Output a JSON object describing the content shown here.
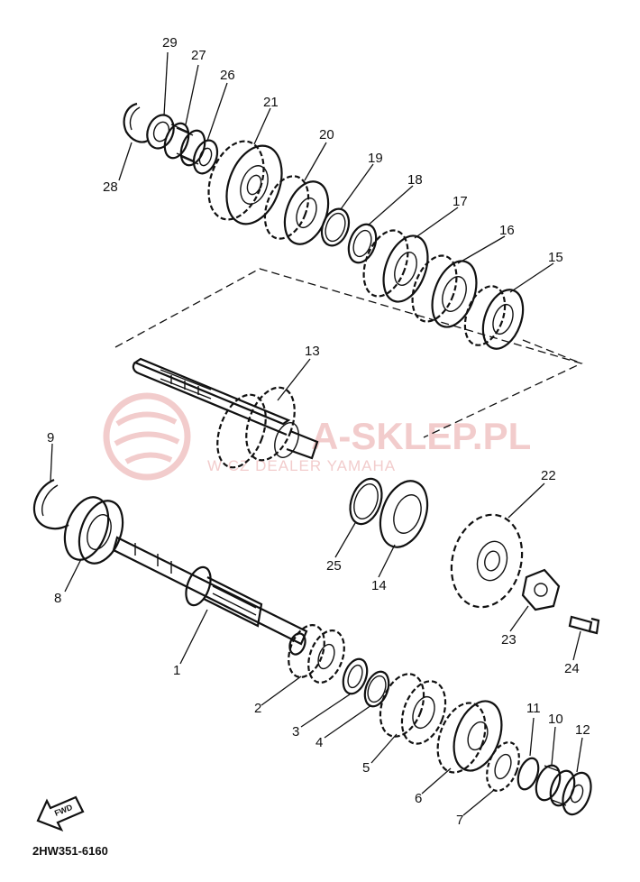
{
  "diagram": {
    "code": "2HW351-6160",
    "fwd_label": "FWD",
    "watermark": {
      "brand": "A-SKLEP.PL",
      "subtitle": "W      CZ   DEALER YAMAHA"
    },
    "callouts": [
      {
        "id": "c29",
        "label": "29"
      },
      {
        "id": "c27",
        "label": "27"
      },
      {
        "id": "c26",
        "label": "26"
      },
      {
        "id": "c21",
        "label": "21"
      },
      {
        "id": "c20",
        "label": "20"
      },
      {
        "id": "c19",
        "label": "19"
      },
      {
        "id": "c18",
        "label": "18"
      },
      {
        "id": "c17",
        "label": "17"
      },
      {
        "id": "c16",
        "label": "16"
      },
      {
        "id": "c15",
        "label": "15"
      },
      {
        "id": "c28",
        "label": "28"
      },
      {
        "id": "c13",
        "label": "13"
      },
      {
        "id": "c9",
        "label": "9"
      },
      {
        "id": "c8",
        "label": "8"
      },
      {
        "id": "c22",
        "label": "22"
      },
      {
        "id": "c25",
        "label": "25"
      },
      {
        "id": "c14",
        "label": "14"
      },
      {
        "id": "c23",
        "label": "23"
      },
      {
        "id": "c24",
        "label": "24"
      },
      {
        "id": "c1",
        "label": "1"
      },
      {
        "id": "c2",
        "label": "2"
      },
      {
        "id": "c3",
        "label": "3"
      },
      {
        "id": "c4",
        "label": "4"
      },
      {
        "id": "c5",
        "label": "5"
      },
      {
        "id": "c6",
        "label": "6"
      },
      {
        "id": "c7",
        "label": "7"
      },
      {
        "id": "c11",
        "label": "11"
      },
      {
        "id": "c10",
        "label": "10"
      },
      {
        "id": "c12",
        "label": "12"
      }
    ]
  }
}
